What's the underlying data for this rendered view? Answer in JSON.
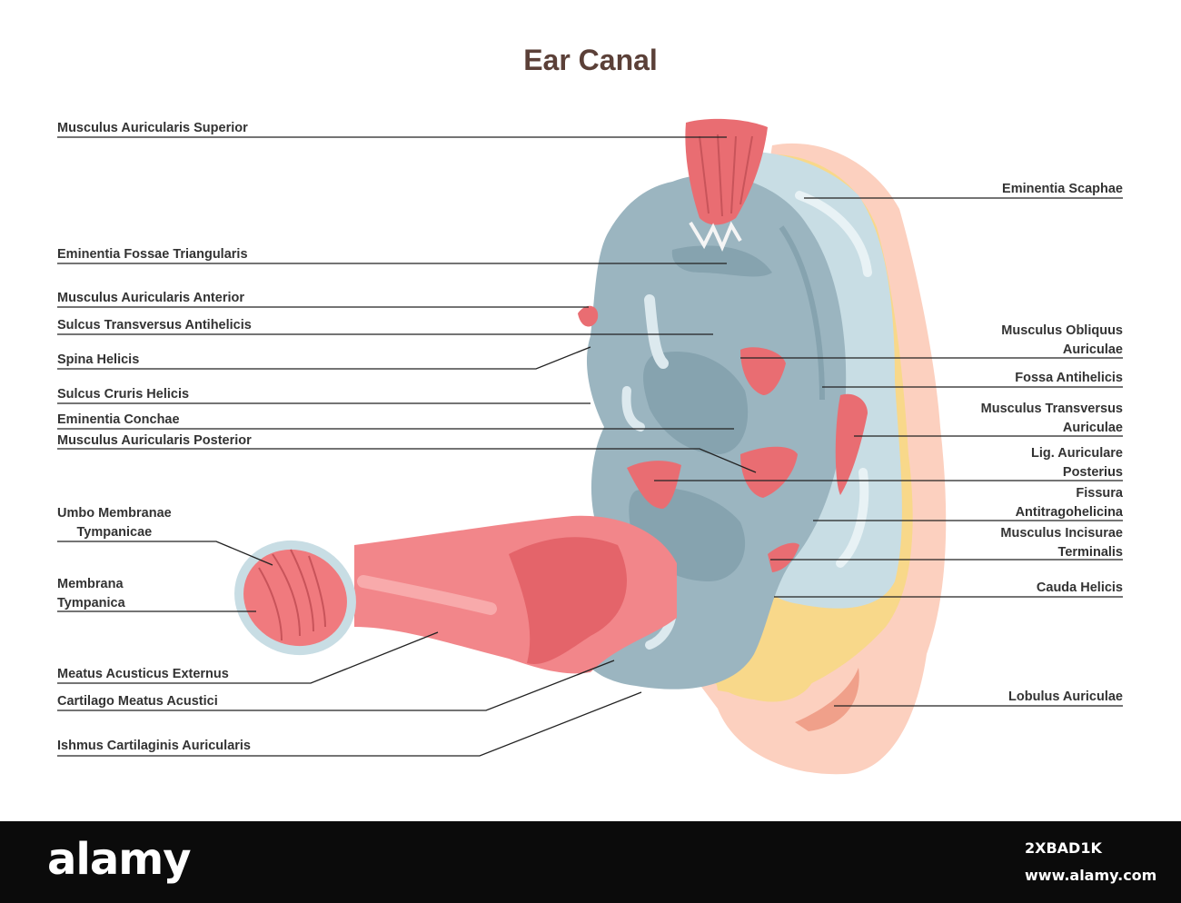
{
  "title": "Ear Canal",
  "labels_left": [
    "Musculus Auricularis Superior",
    "Eminentia Fossae Triangularis",
    "Musculus Auricularis Anterior",
    "Sulcus Transversus Antihelicis",
    "Spina Helicis",
    "Sulcus Cruris Helicis",
    "Eminentia Conchae",
    "Musculus Auricularis Posterior",
    "Umbo Membranae\nTympanicae",
    "Membrana\nTympanica",
    "Meatus Acusticus Externus",
    "Cartilago Meatus Acustici",
    "Ishmus Cartilaginis Auricularis"
  ],
  "labels_right": [
    "Eminentia Scaphae",
    "Musculus Obliquus\nAuriculae",
    "Fossa Antihelicis",
    "Musculus Transversus\nAuriculae",
    "Lig. Auriculare\nPosterius",
    "Fissura\nAntitragohelicina",
    "Musculus Incisurae\nTerminalis",
    "Cauda Helicis",
    "Lobulus Auriculae"
  ],
  "footer": {
    "logo": "alamy",
    "image_id": "2XBAD1K",
    "url": "www.alamy.com"
  },
  "colors": {
    "cartilage": "#9bb5c0",
    "cartilage_dark": "#86a3af",
    "helix_light": "#c8dde4",
    "muscle": "#e96d72",
    "canal": "#f2868a",
    "skin": "#fcd0bf",
    "fat": "#f8d88a",
    "title": "#5b4038"
  }
}
